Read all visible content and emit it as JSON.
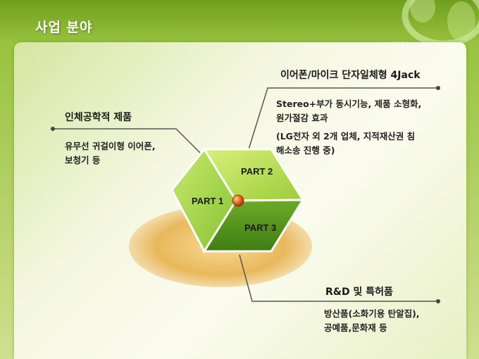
{
  "slide": {
    "title": "사업 분야",
    "decoration_binary": "0100\n10000"
  },
  "sections": {
    "top_right": {
      "heading": "이어폰/마이크 단자일체형 4Jack",
      "line1": "Stereo+부가 동시기능, 제품 소형화,",
      "line2": "원가절감 효과",
      "line3": "(LG전자 외 2개 업체, 지적재산권 침",
      "line4": "해소송 진행 중)"
    },
    "left": {
      "heading": "인체공학적 제품",
      "line1": "유무선 귀걸이형 이어폰,",
      "line2": "보청기 등"
    },
    "bottom_right": {
      "heading": "R&D 및 특허품",
      "line1": "방산품(소화기용 탄알집),",
      "line2": "공예품,문화재 등"
    }
  },
  "diagram": {
    "part1": "PART 1",
    "part2": "PART 2",
    "part3": "PART 3"
  },
  "colors": {
    "accent_green": "#8cc63f",
    "dark_green": "#5a8f1e",
    "ellipse_orange": "#e8b45a",
    "center_ball": "#e0621e"
  }
}
